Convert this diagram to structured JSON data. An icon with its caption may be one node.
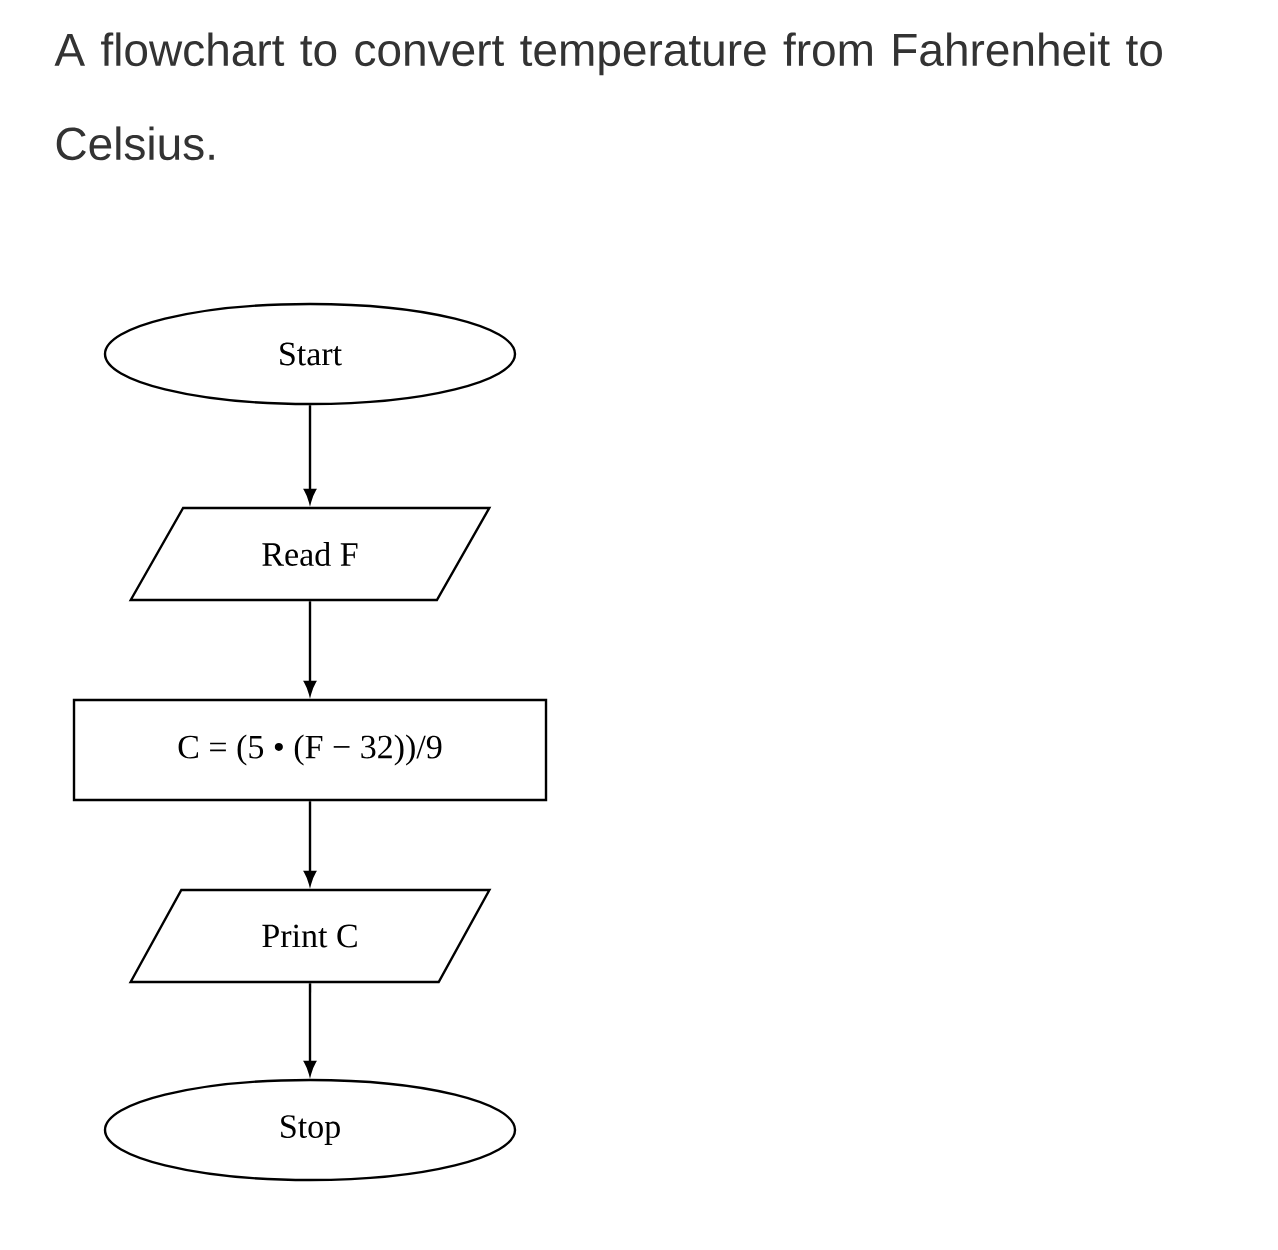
{
  "diagram": {
    "title": "A flowchart to convert temperature from Fahrenheit to Celsius.",
    "nodes": [
      {
        "text": [
          "Start"
        ]
      },
      {
        "text": [
          "Read F"
        ]
      },
      {
        "text": [
          "C = (5 • (F − 32))/9"
        ]
      },
      {
        "text": [
          "Print C"
        ]
      },
      {
        "text": [
          "Stop"
        ]
      }
    ],
    "edges": [
      {
        "from": 0,
        "to": 1,
        "arrow": "to"
      },
      {
        "from": 1,
        "to": 2,
        "arrow": "to"
      },
      {
        "from": 2,
        "to": 3,
        "arrow": "to"
      },
      {
        "from": 3,
        "to": 4,
        "arrow": "to"
      }
    ]
  }
}
